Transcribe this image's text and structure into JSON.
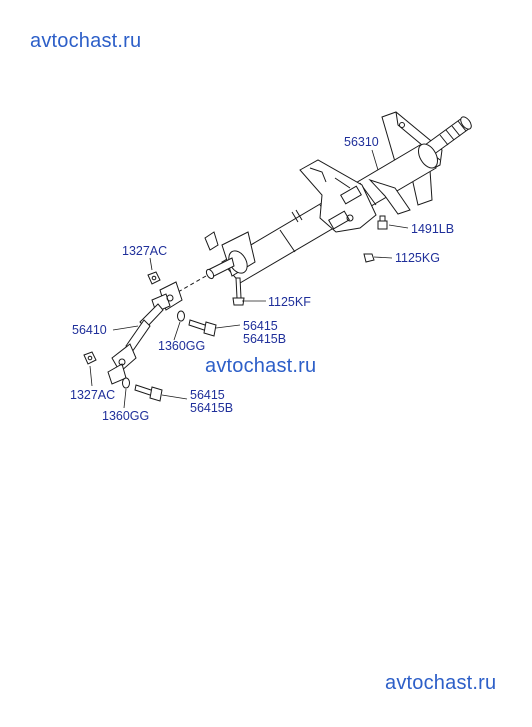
{
  "watermarks": {
    "top": "avtochast.ru",
    "middle": "avtochast.ru",
    "bottom": "avtochast.ru"
  },
  "parts": {
    "p56310": "56310",
    "p1491LB": "1491LB",
    "p1125KG": "1125KG",
    "p1327AC_upper": "1327AC",
    "p1125KF": "1125KF",
    "p56410": "56410",
    "p56415_upper": "56415",
    "p56415B_upper": "56415B",
    "p1360GG_upper": "1360GG",
    "p1327AC_lower": "1327AC",
    "p1360GG_lower": "1360GG",
    "p56415_lower": "56415",
    "p56415B_lower": "56415B"
  },
  "colors": {
    "label": "#1f2f9a",
    "watermark": "#2d5fc8",
    "line": "#1a1a1a"
  }
}
